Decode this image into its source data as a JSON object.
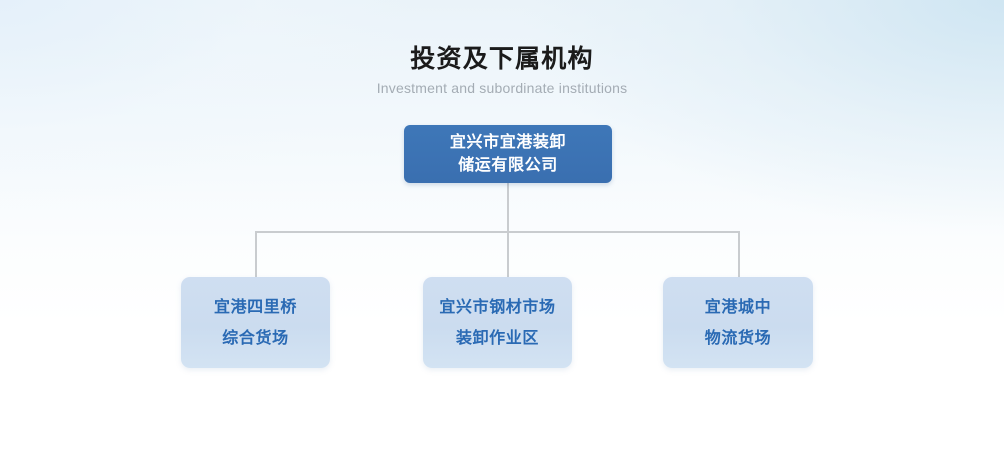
{
  "heading": {
    "title_cn": "投资及下属机构",
    "title_en": "Investment and subordinate institutions"
  },
  "colors": {
    "root_fill": "#3a73b5",
    "root_text": "#ffffff",
    "child_fill": "#ccdcf0",
    "child_text": "#2a6ab4",
    "connector": "#c9cccf",
    "title_text": "#1b1b1b",
    "subtitle_text": "#a4acb4",
    "background_top": "#eaf3f9",
    "background_bottom": "#ffffff"
  },
  "org_chart": {
    "type": "tree",
    "root": {
      "id": "root",
      "line1": "宜兴市宜港装卸",
      "line2": "储运有限公司",
      "full_name": "宜兴市宜港装卸储运有限公司"
    },
    "children": [
      {
        "id": "child-1",
        "line1": "宜港四里桥",
        "line2": "综合货场",
        "full_name": "宜港四里桥综合货场"
      },
      {
        "id": "child-2",
        "line1": "宜兴市钢材市场",
        "line2": "装卸作业区",
        "full_name": "宜兴市钢材市场装卸作业区"
      },
      {
        "id": "child-3",
        "line1": "宜港城中",
        "line2": "物流货场",
        "full_name": "宜港城中物流货场"
      }
    ]
  }
}
